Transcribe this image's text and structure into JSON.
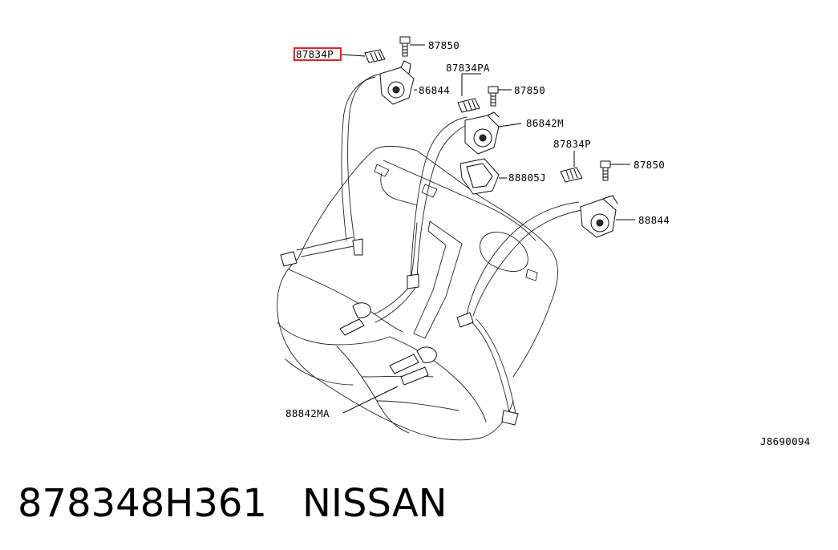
{
  "labels": {
    "highlighted_part": "87834P",
    "bolt_top": "87850",
    "retractor_left": "86844",
    "cover_center": "87834PA",
    "bolt_center": "87850",
    "retractor_center": "86842M",
    "cover_right": "87834P",
    "bolt_right": "87850",
    "pocket": "88805J",
    "retractor_right": "88844",
    "buckle_center": "88842MA",
    "diagram_code": "J8690094"
  },
  "caption": {
    "part_number": "878348H361",
    "brand": "NISSAN"
  },
  "colors": {
    "highlight": "#e8202a",
    "line": "#000000"
  }
}
